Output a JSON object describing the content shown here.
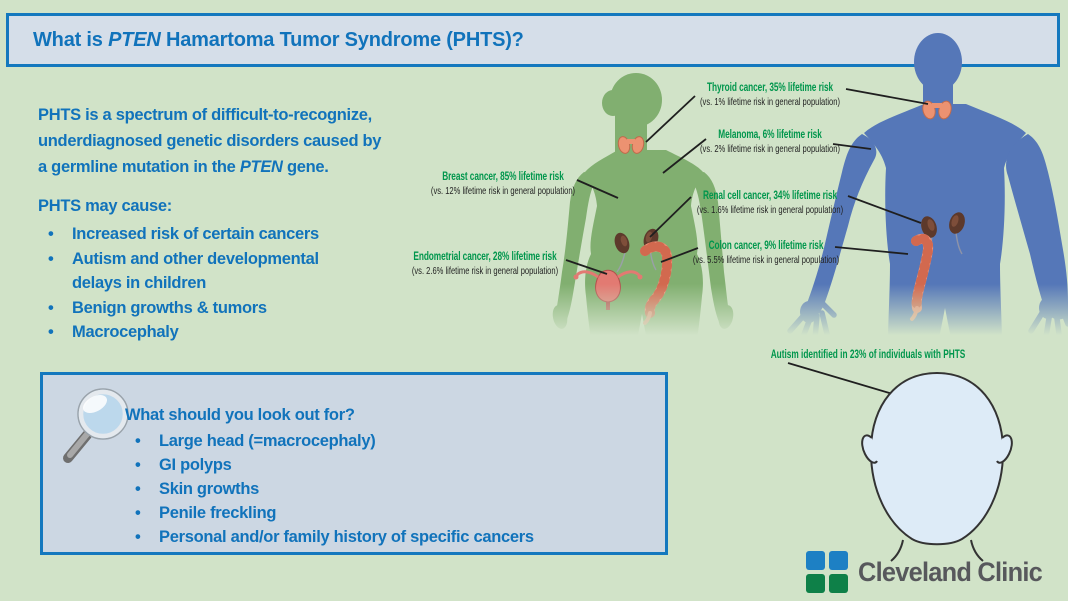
{
  "title": {
    "pre": "What is ",
    "gene": "PTEN",
    "post": " Hamartoma Tumor Syndrome (PHTS)?"
  },
  "intro": {
    "line1": "PHTS is a spectrum of difficult-to-recognize,",
    "line2": "underdiagnosed genetic disorders caused by",
    "line3_pre": "a germline mutation in the ",
    "line3_gene": "PTEN",
    "line3_post": " gene."
  },
  "causes": {
    "heading": "PHTS may cause:",
    "bullet": "•",
    "items": [
      "Increased risk of certain cancers",
      "Autism and other developmental delays in children",
      "Benign growths & tumors",
      "Macrocephaly"
    ]
  },
  "annotations": {
    "thyroid": {
      "name": "Thyroid cancer, 35% lifetime risk",
      "detail": "(vs. 1% lifetime risk in general population)"
    },
    "melanoma": {
      "name": "Melanoma, 6% lifetime risk",
      "detail": "(vs. 2% lifetime risk in general population)"
    },
    "breast": {
      "name": "Breast cancer, 85% lifetime risk",
      "detail": "(vs. 12% lifetime risk in general population)"
    },
    "renal": {
      "name": "Renal cell cancer, 34% lifetime risk",
      "detail": "(vs. 1.6% lifetime risk in general population)"
    },
    "endometrial": {
      "name": "Endometrial cancer, 28% lifetime risk",
      "detail": "(vs. 2.6% lifetime risk in general population)"
    },
    "colon": {
      "name": "Colon cancer, 9% lifetime risk",
      "detail": "(vs. 5.5% lifetime risk in general population)"
    }
  },
  "autism_note": "Autism identified in 23% of individuals with PHTS",
  "lookout": {
    "heading": "What should you look out for?",
    "bullet": "•",
    "items": [
      "Large head (=macrocephaly)",
      "GI polyps",
      "Skin growths",
      "Penile freckling",
      "Personal and/or family history of specific cancers"
    ]
  },
  "logo": {
    "name": "Cleveland Clinic"
  },
  "colors": {
    "background": "#d1e3c8",
    "title_blue": "#1173bb",
    "label_green": "#00964c",
    "female_figure": "#81af70",
    "male_figure": "#5577b8",
    "logo_blue": "#1d80c4",
    "logo_green": "#0e8048"
  }
}
